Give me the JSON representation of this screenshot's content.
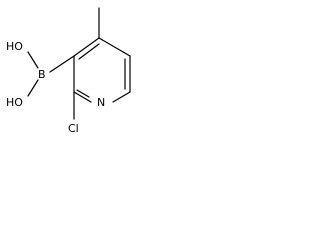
{
  "molecule": {
    "atoms": {
      "boron": "B",
      "hydroxyl_top": "HO",
      "hydroxyl_bottom": "HO",
      "nitrogen": "N",
      "chlorine": "Cl"
    },
    "colors": {
      "bond": "#000000",
      "label": "#000000",
      "background": "#ffffff"
    }
  }
}
